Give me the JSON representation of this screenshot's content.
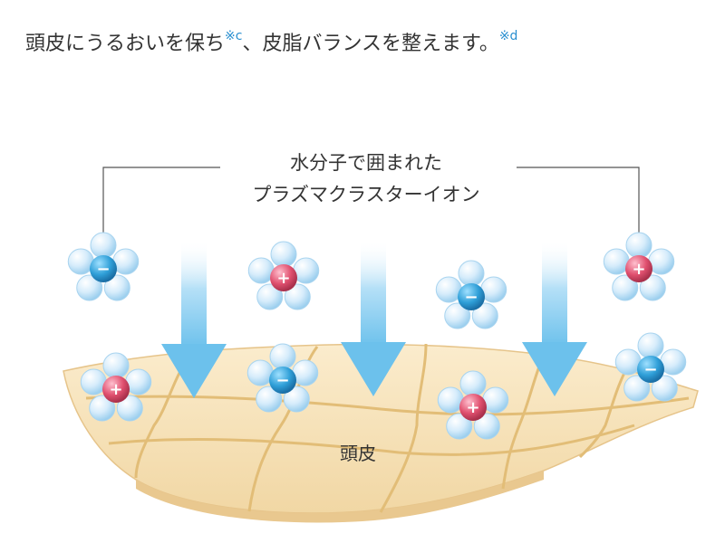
{
  "headline": {
    "part1": "頭皮にうるおいを保ち",
    "note1": "※c",
    "part2": "、皮脂バランスを整えます。",
    "note2": "※d"
  },
  "callout": {
    "line1": "水分子で囲まれた",
    "line2": "プラズマクラスターイオン"
  },
  "scalp_label": "頭皮",
  "colors": {
    "negative_ion": "#2f9fd8",
    "positive_ion": "#e0506f",
    "water_molecule": "#cfe9fb",
    "arrow": "#7fc8ef",
    "scalp": "#f3ddb2",
    "scalp_lines": "#e2bd77"
  },
  "ions": {
    "negative_symbol": "−",
    "positive_symbol": "+"
  }
}
